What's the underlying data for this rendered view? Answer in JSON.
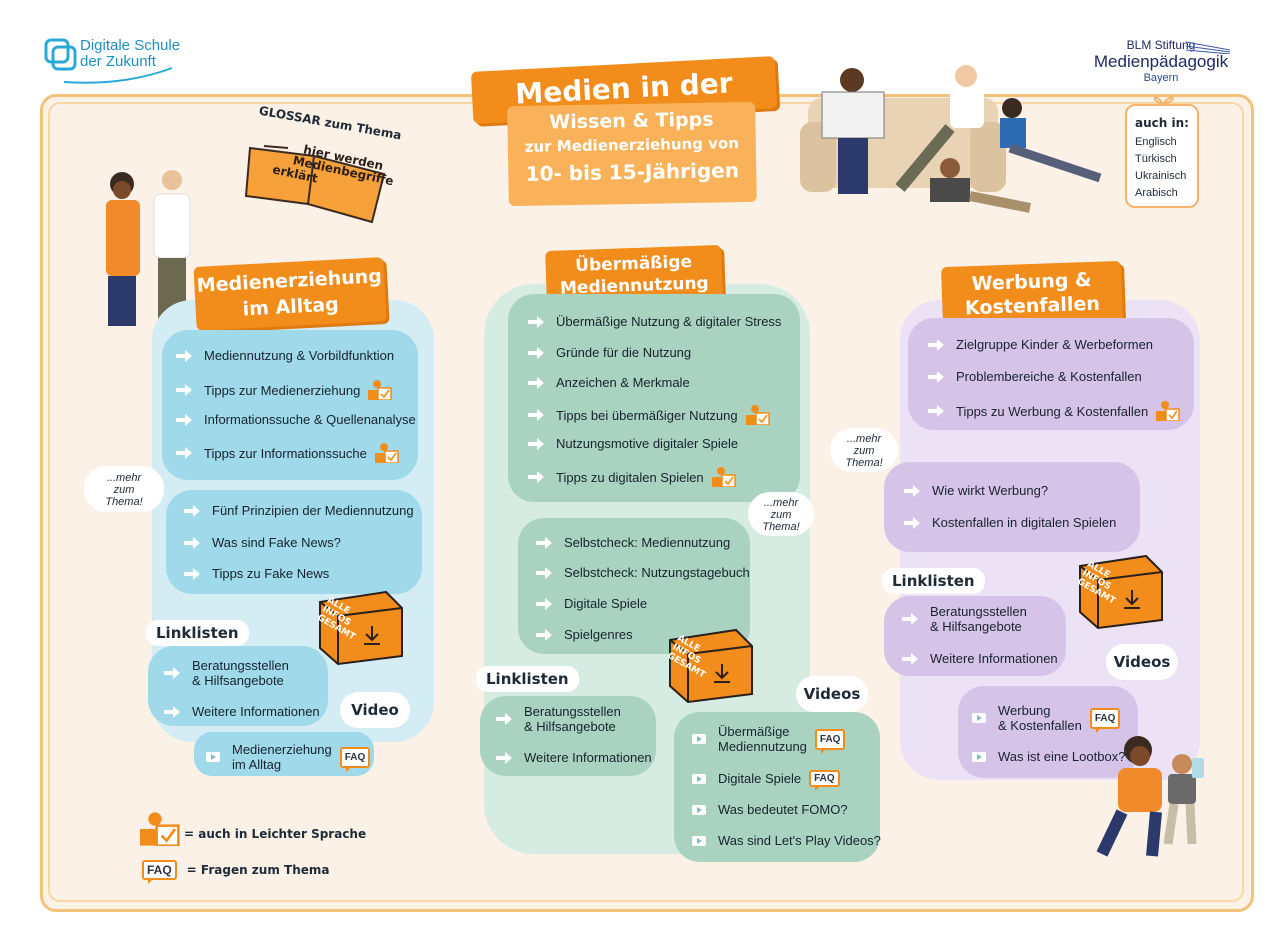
{
  "header": {
    "logo_left": [
      "Digitale Schule",
      "der Zukunft"
    ],
    "logo_right": {
      "line1": "BLM Stiftung",
      "line2": "Medienpädagogik",
      "line3": "Bayern"
    },
    "title": "Medien in der Familie",
    "subtitle": {
      "line1": "Wissen & Tipps",
      "line2": "zur Medienerziehung von",
      "line3": "10- bis 15-Jährigen"
    }
  },
  "glossar": {
    "title": "GLOSSAR zum Thema",
    "text": [
      "hier werden",
      "Medienbegriffe",
      "erklärt"
    ]
  },
  "languages": {
    "title": "auch in:",
    "items": [
      "Englisch",
      "Türkisch",
      "Ukrainisch",
      "Arabisch"
    ]
  },
  "columns": {
    "left": {
      "title": [
        "Medienerziehung",
        "im Alltag"
      ],
      "items": [
        {
          "label": "Mediennutzung & Vorbildfunktion",
          "ls": false
        },
        {
          "label": "Tipps zur Medienerziehung",
          "ls": true
        },
        {
          "label": "Informationssuche & Quellenanalyse",
          "ls": false
        },
        {
          "label": "Tipps zur Informationssuche",
          "ls": true
        }
      ],
      "more_label": [
        "...mehr",
        "zum",
        "Thema!"
      ],
      "more_items": [
        "Fünf Prinzipien der Mediennutzung",
        "Was sind Fake News?",
        "Tipps zu Fake News"
      ],
      "link_label": "Linklisten",
      "links": [
        [
          "Beratungsstellen",
          "& Hilfsangebote"
        ],
        [
          "Weitere Informationen"
        ]
      ],
      "video_label": "Video",
      "videos": [
        {
          "label": [
            "Medienerziehung",
            "im Alltag"
          ],
          "faq": true
        }
      ]
    },
    "middle": {
      "title": [
        "Übermäßige",
        "Mediennutzung"
      ],
      "items": [
        {
          "label": "Übermäßige Nutzung & digitaler Stress",
          "ls": false
        },
        {
          "label": "Gründe für die Nutzung",
          "ls": false
        },
        {
          "label": "Anzeichen & Merkmale",
          "ls": false
        },
        {
          "label": "Tipps bei übermäßiger Nutzung",
          "ls": true
        },
        {
          "label": "Nutzungsmotive digitaler Spiele",
          "ls": false
        },
        {
          "label": "Tipps zu digitalen Spielen",
          "ls": true
        }
      ],
      "more_label": [
        "...mehr",
        "zum",
        "Thema!"
      ],
      "more_items": [
        "Selbstcheck: Mediennutzung",
        "Selbstcheck: Nutzungstagebuch",
        "Digitale Spiele",
        "Spielgenres"
      ],
      "link_label": "Linklisten",
      "links": [
        [
          "Beratungsstellen",
          "& Hilfsangebote"
        ],
        [
          "Weitere Informationen"
        ]
      ],
      "video_label": "Videos",
      "videos": [
        {
          "label": [
            "Übermäßige",
            "Mediennutzung"
          ],
          "faq": true
        },
        {
          "label": [
            "Digitale Spiele"
          ],
          "faq": true
        },
        {
          "label": [
            "Was bedeutet FOMO?"
          ],
          "faq": false
        },
        {
          "label": [
            "Was sind Let's Play Videos?"
          ],
          "faq": false
        }
      ]
    },
    "right": {
      "title": [
        "Werbung &",
        "Kostenfallen"
      ],
      "items": [
        {
          "label": "Zielgruppe Kinder & Werbeformen",
          "ls": false
        },
        {
          "label": "Problembereiche & Kostenfallen",
          "ls": false
        },
        {
          "label": "Tipps zu Werbung & Kostenfallen",
          "ls": true
        }
      ],
      "more_label": [
        "...mehr",
        "zum",
        "Thema!"
      ],
      "more_items": [
        "Wie wirkt Werbung?",
        "Kostenfallen in digitalen Spielen"
      ],
      "link_label": "Linklisten",
      "links": [
        [
          "Beratungsstellen",
          "& Hilfsangebote"
        ],
        [
          "Weitere Informationen"
        ]
      ],
      "video_label": "Videos",
      "videos": [
        {
          "label": [
            "Werbung",
            "& Kostenfallen"
          ],
          "faq": true
        },
        {
          "label": [
            "Was ist eine Lootbox?"
          ],
          "faq": false
        }
      ]
    }
  },
  "box_label": [
    "ALLE",
    "INFOS",
    "GESAMT"
  ],
  "faq_text": "FAQ",
  "legend": {
    "ls": "= auch in Leichter Sprache",
    "faq": "= Fragen zum Thema"
  },
  "colors": {
    "orange": "#f28c1a",
    "blue": "#9fd9ea",
    "green": "#a9d3c0",
    "lilac": "#d6c3e8"
  }
}
